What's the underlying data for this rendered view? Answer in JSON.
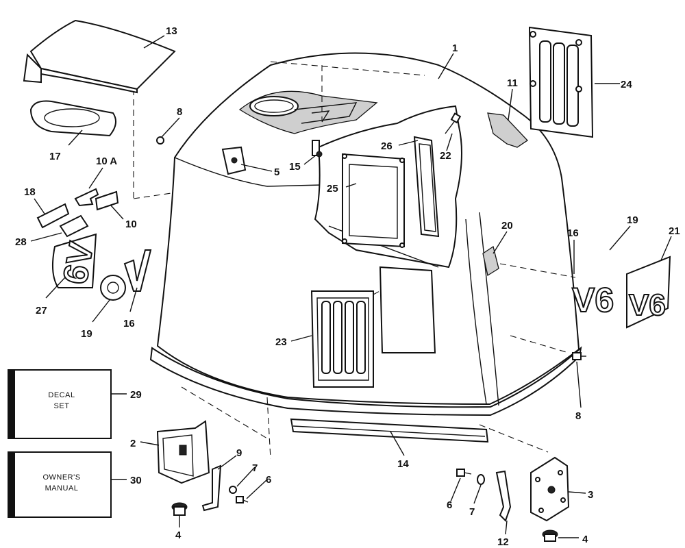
{
  "callouts": {
    "c1": "1",
    "c2": "2",
    "c3": "3",
    "c4a": "4",
    "c4b": "4",
    "c5": "5",
    "c6a": "6",
    "c6b": "6",
    "c7a": "7",
    "c7b": "7",
    "c8a": "8",
    "c8b": "8",
    "c9": "9",
    "c10": "10",
    "c10a": "10 A",
    "c11": "11",
    "c12": "12",
    "c13": "13",
    "c14": "14",
    "c15": "15",
    "c16a": "16",
    "c16b": "16",
    "c17": "17",
    "c18": "18",
    "c19a": "19",
    "c19b": "19",
    "c20": "20",
    "c21": "21",
    "c22": "22",
    "c23": "23",
    "c24": "24",
    "c25": "25",
    "c26": "26",
    "c27": "27",
    "c28": "28",
    "c29": "29",
    "c30": "30"
  },
  "decal_box": {
    "line1": "DECAL",
    "line2": "SET"
  },
  "manual_box": {
    "line1": "OWNER'S",
    "line2": "MANUAL"
  },
  "emblems": {
    "v6_small": "V6",
    "v6_large": "V6",
    "six": "6",
    "v_letter": "V",
    "six_v": "6V"
  }
}
